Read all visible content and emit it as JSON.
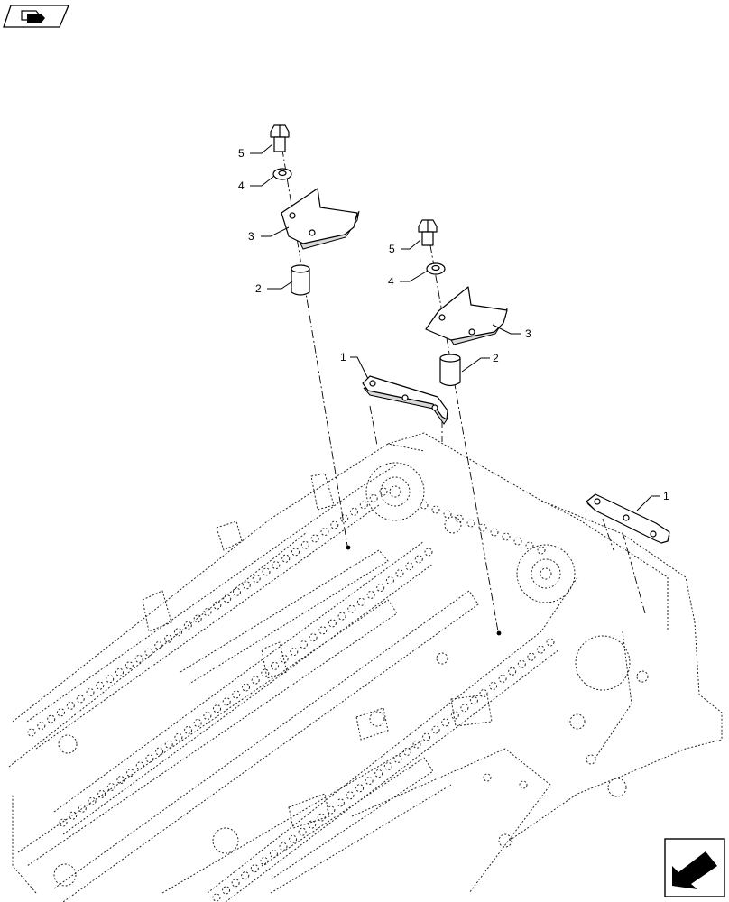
{
  "diagram": {
    "callouts": {
      "left_5": "5",
      "left_4": "4",
      "left_3": "3",
      "left_2": "2",
      "right_5": "5",
      "right_4": "4",
      "right_3": "3",
      "right_2": "2",
      "plate_1_left": "1",
      "plate_1_right": "1"
    }
  },
  "icons": {
    "top_left": "return-to-index-icon",
    "bottom_right": "navigate-next-page-icon"
  }
}
